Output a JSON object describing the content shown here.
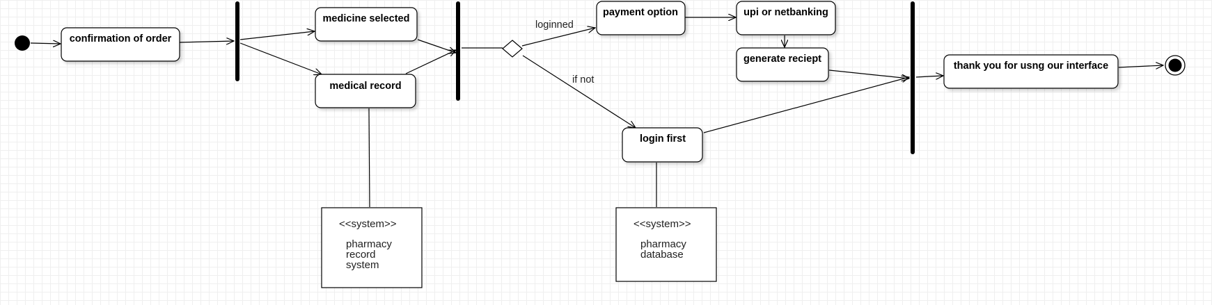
{
  "diagram": {
    "nodes": {
      "confirmation_of_order": "confirmation of order",
      "medicine_selected": "medicine selected",
      "medical_record": "medical record",
      "payment_option": "payment option",
      "upi_or_netbanking": "upi or netbanking",
      "generate_reciept": "generate reciept",
      "login_first": "login first",
      "thank_you": "thank you for usng our interface"
    },
    "edge_labels": {
      "loginned": "loginned",
      "if_not": "if not"
    },
    "systems": [
      {
        "stereotype": "<<system>>",
        "lines": [
          "pharmacy",
          "record",
          "system"
        ]
      },
      {
        "stereotype": "<<system>>",
        "lines": [
          "pharmacy",
          "database"
        ]
      }
    ]
  }
}
